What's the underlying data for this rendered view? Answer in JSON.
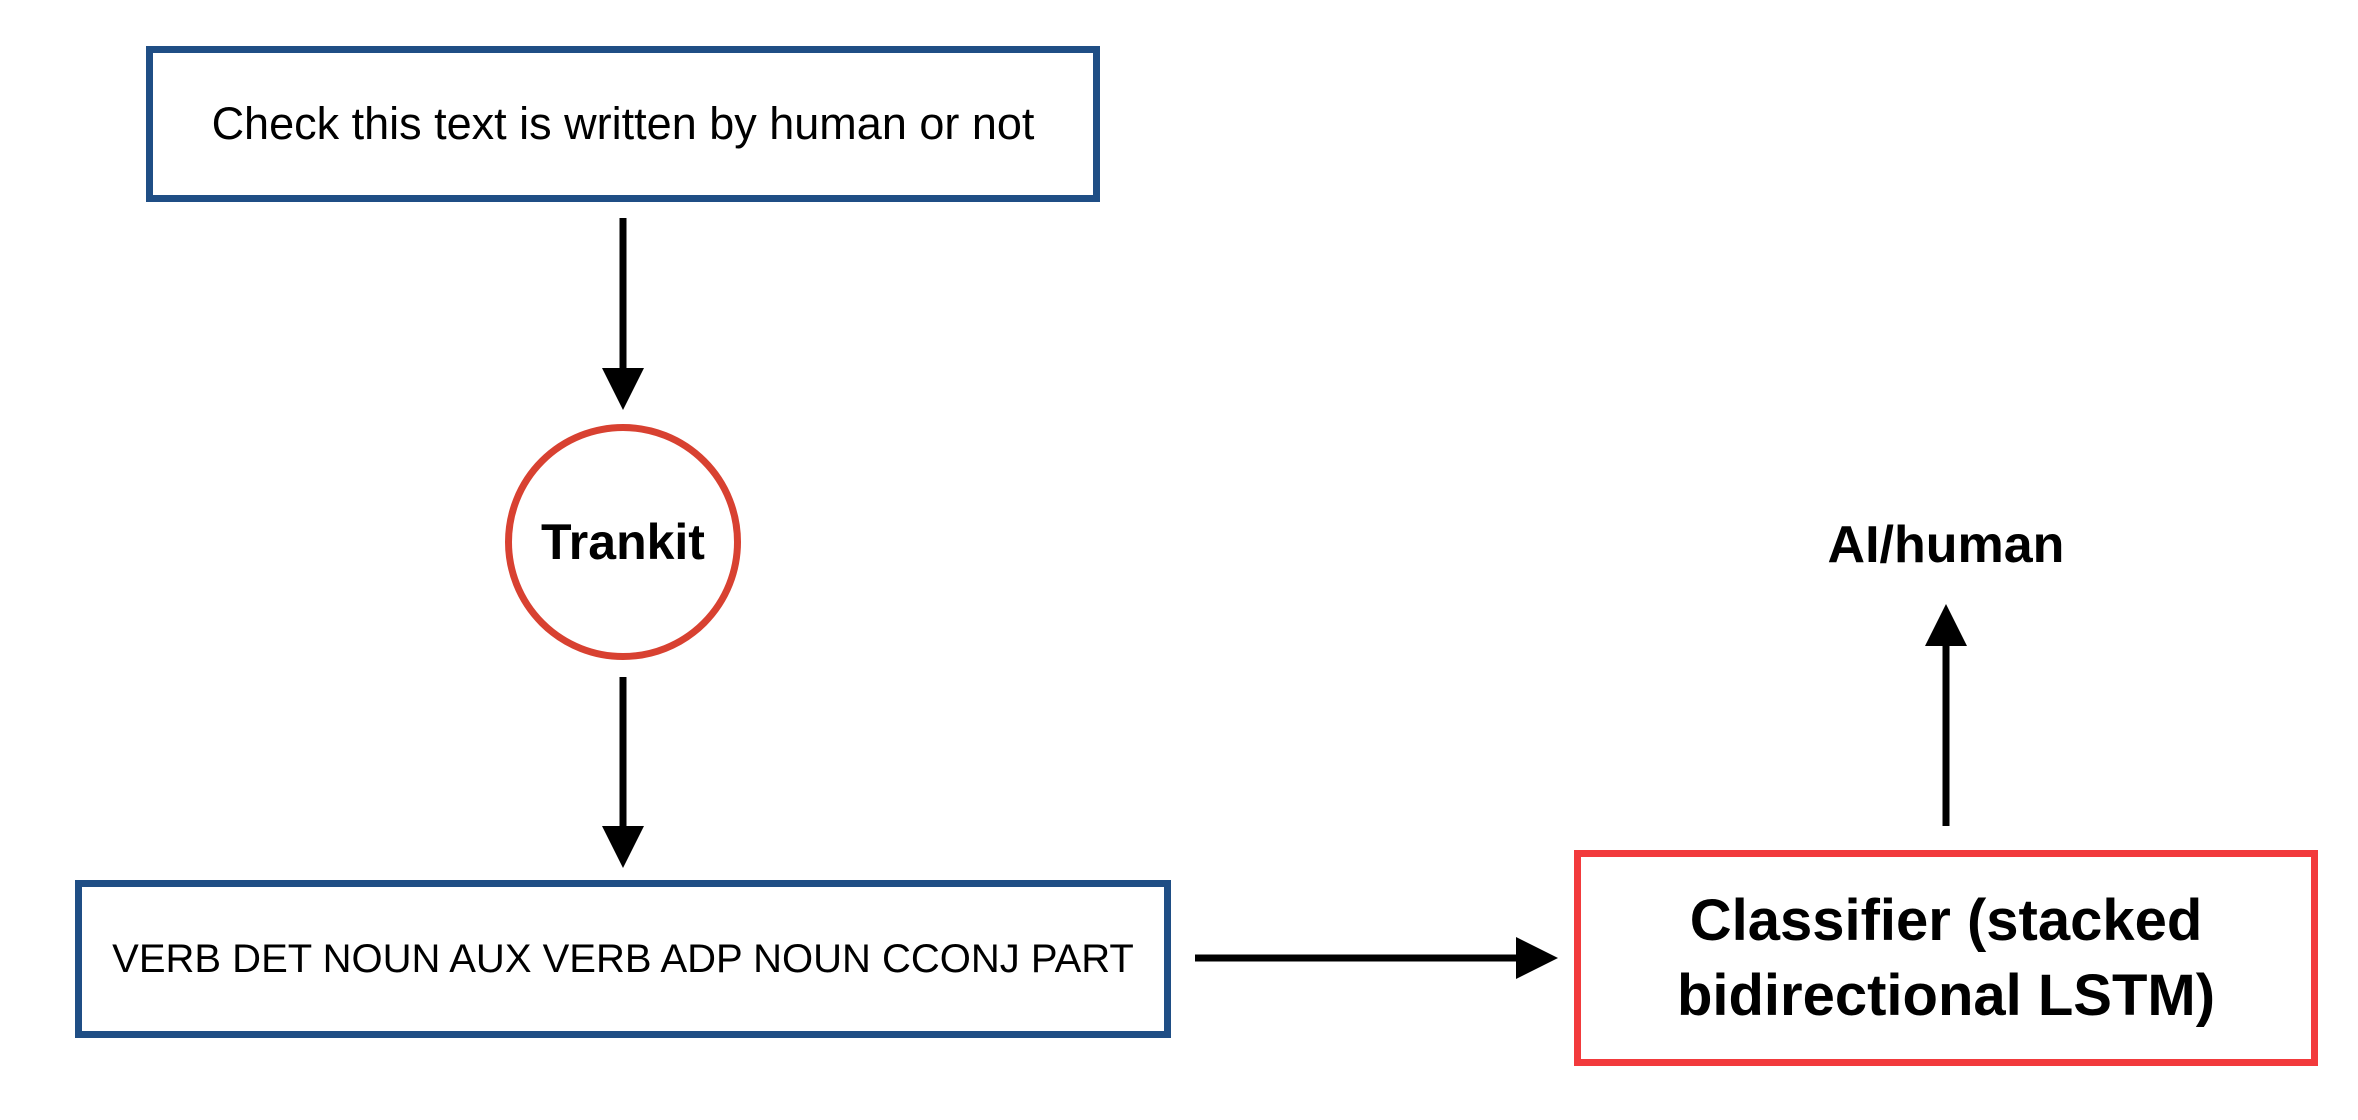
{
  "diagram": {
    "input_text": "Check this text is written by human or not",
    "tool": "Trankit",
    "pos_tags": "VERB DET NOUN AUX VERB ADP NOUN CCONJ PART",
    "classifier_line1": "Classifier (stacked",
    "classifier_line2": "bidirectional LSTM)",
    "output": "AI/human"
  },
  "colors": {
    "blue_border": "#1f4e85",
    "orange_red_border": "#d84131",
    "red_border": "#f23a3c",
    "arrow": "#000000"
  }
}
